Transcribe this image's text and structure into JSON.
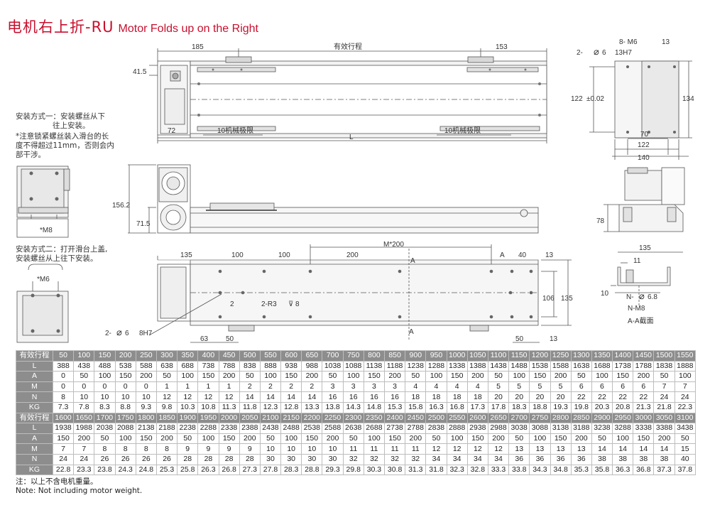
{
  "title": {
    "cn": "电机右上折-RU",
    "en": "Motor Folds up on the Right"
  },
  "notes": {
    "mount1": [
      "安装方式一：安装螺丝从下",
      "往上安装。"
    ],
    "warning": [
      "*注意锁紧螺丝装入滑台的长",
      "度不得超过11mm，否则会内",
      "部干涉。"
    ],
    "mount2": [
      "安装方式二：打开滑台上盖,",
      "安装螺丝从上往下安装。"
    ]
  },
  "labels": {
    "d185": "185",
    "stroke": "有效行程",
    "d153": "153",
    "d41_5": "41.5",
    "d72": "72",
    "limit_left": "10机械极限",
    "limit_right": "10机械极限",
    "L": "L",
    "holes_top": "8- M6",
    "depth13": "13",
    "pin": "2- ",
    "pin_dia": "6",
    "pin_tol": "13H7",
    "d122": "122",
    "tol": "±0.02",
    "d134": "134",
    "d70": "70",
    "d122b": "122",
    "d140": "140",
    "d156_2": "156.2",
    "d71_5": "71.5",
    "d78": "78",
    "d135r": "135",
    "m8a": "*M8",
    "m6a": "*M6",
    "d135": "135",
    "d100a": "100",
    "d100b": "100",
    "d200": "200",
    "M200": "M*200",
    "A1": "A",
    "A2": "A",
    "A3": "A",
    "d40": "40",
    "d13a": "13",
    "d106": "106",
    "d135v": "135",
    "r3": "2-R3",
    "d8": "8",
    "pin2": "2- ",
    "pin2_dia": "6",
    "pin2_tol": "8H7",
    "d63": "63",
    "d50": "50",
    "d50b": "50",
    "d13b": "13",
    "d11": "11",
    "d10": "10",
    "n_dia": "N-",
    "n_dia_v": "6.8",
    "nm8": "N-M8",
    "section": "A-A截面",
    "d2": "2"
  },
  "table": {
    "rows1": [
      {
        "label": "有效行程",
        "cells": [
          "50",
          "100",
          "150",
          "200",
          "250",
          "300",
          "350",
          "400",
          "450",
          "500",
          "550",
          "600",
          "650",
          "700",
          "750",
          "800",
          "850",
          "900",
          "950",
          "1000",
          "1050",
          "1100",
          "1150",
          "1200",
          "1250",
          "1300",
          "1350",
          "1400",
          "1450",
          "1500",
          "1550"
        ]
      },
      {
        "label": "L",
        "cells": [
          "388",
          "438",
          "488",
          "538",
          "588",
          "638",
          "688",
          "738",
          "788",
          "838",
          "888",
          "938",
          "988",
          "1038",
          "1088",
          "1138",
          "1188",
          "1238",
          "1288",
          "1338",
          "1388",
          "1438",
          "1488",
          "1538",
          "1588",
          "1638",
          "1688",
          "1738",
          "1788",
          "1838",
          "1888"
        ]
      },
      {
        "label": "A",
        "cells": [
          "0",
          "50",
          "100",
          "150",
          "200",
          "50",
          "100",
          "150",
          "200",
          "50",
          "100",
          "150",
          "200",
          "50",
          "100",
          "150",
          "200",
          "50",
          "100",
          "150",
          "200",
          "50",
          "100",
          "150",
          "200",
          "50",
          "100",
          "150",
          "200",
          "50",
          "100"
        ]
      },
      {
        "label": "M",
        "cells": [
          "0",
          "0",
          "0",
          "0",
          "0",
          "1",
          "1",
          "1",
          "1",
          "2",
          "2",
          "2",
          "2",
          "3",
          "3",
          "3",
          "3",
          "4",
          "4",
          "4",
          "4",
          "5",
          "5",
          "5",
          "5",
          "6",
          "6",
          "6",
          "6",
          "7",
          "7"
        ]
      },
      {
        "label": "N",
        "cells": [
          "8",
          "10",
          "10",
          "10",
          "10",
          "12",
          "12",
          "12",
          "12",
          "14",
          "14",
          "14",
          "14",
          "16",
          "16",
          "16",
          "16",
          "18",
          "18",
          "18",
          "18",
          "20",
          "20",
          "20",
          "20",
          "22",
          "22",
          "22",
          "22",
          "24",
          "24"
        ]
      },
      {
        "label": "KG",
        "cells": [
          "7.3",
          "7.8",
          "8.3",
          "8.8",
          "9.3",
          "9.8",
          "10.3",
          "10.8",
          "11.3",
          "11.8",
          "12.3",
          "12.8",
          "13.3",
          "13.8",
          "14.3",
          "14.8",
          "15.3",
          "15.8",
          "16.3",
          "16.8",
          "17.3",
          "17.8",
          "18.3",
          "18.8",
          "19.3",
          "19.8",
          "20.3",
          "20.8",
          "21.3",
          "21.8",
          "22.3"
        ]
      }
    ],
    "rows2": [
      {
        "label": "有效行程",
        "cells": [
          "1600",
          "1650",
          "1700",
          "1750",
          "1800",
          "1850",
          "1900",
          "1950",
          "2000",
          "2050",
          "2100",
          "2150",
          "2200",
          "2250",
          "2300",
          "2350",
          "2400",
          "2450",
          "2500",
          "2550",
          "2600",
          "2650",
          "2700",
          "2750",
          "2800",
          "2850",
          "2900",
          "2950",
          "3000",
          "3050",
          "3100"
        ]
      },
      {
        "label": "L",
        "cells": [
          "1938",
          "1988",
          "2038",
          "2088",
          "2138",
          "2188",
          "2238",
          "2288",
          "2338",
          "2388",
          "2438",
          "2488",
          "2538",
          "2588",
          "2638",
          "2688",
          "2738",
          "2788",
          "2838",
          "2888",
          "2938",
          "2988",
          "3038",
          "3088",
          "3138",
          "3188",
          "3238",
          "3288",
          "3338",
          "3388",
          "3438"
        ]
      },
      {
        "label": "A",
        "cells": [
          "150",
          "200",
          "50",
          "100",
          "150",
          "200",
          "50",
          "100",
          "150",
          "200",
          "50",
          "100",
          "150",
          "200",
          "50",
          "100",
          "150",
          "200",
          "50",
          "100",
          "150",
          "200",
          "50",
          "100",
          "150",
          "200",
          "50",
          "100",
          "150",
          "200",
          "50"
        ]
      },
      {
        "label": "M",
        "cells": [
          "7",
          "7",
          "8",
          "8",
          "8",
          "8",
          "9",
          "9",
          "9",
          "9",
          "10",
          "10",
          "10",
          "10",
          "11",
          "11",
          "11",
          "11",
          "12",
          "12",
          "12",
          "12",
          "13",
          "13",
          "13",
          "13",
          "14",
          "14",
          "14",
          "14",
          "15"
        ]
      },
      {
        "label": "N",
        "cells": [
          "24",
          "24",
          "26",
          "26",
          "26",
          "26",
          "28",
          "28",
          "28",
          "28",
          "30",
          "30",
          "30",
          "30",
          "32",
          "32",
          "32",
          "32",
          "34",
          "34",
          "34",
          "34",
          "36",
          "36",
          "36",
          "36",
          "38",
          "38",
          "38",
          "38",
          "40"
        ]
      },
      {
        "label": "KG",
        "cells": [
          "22.8",
          "23.3",
          "23.8",
          "24.3",
          "24.8",
          "25.3",
          "25.8",
          "26.3",
          "26.8",
          "27.3",
          "27.8",
          "28.3",
          "28.8",
          "29.3",
          "29.8",
          "30.3",
          "30.8",
          "31.3",
          "31.8",
          "32.3",
          "32.8",
          "33.3",
          "33.8",
          "34.3",
          "34.8",
          "35.3",
          "35.8",
          "36.3",
          "36.8",
          "37.3",
          "37.8"
        ]
      }
    ]
  },
  "footer": {
    "cn": "注：以上不含电机重量。",
    "en": "Note: Not including motor weight."
  }
}
